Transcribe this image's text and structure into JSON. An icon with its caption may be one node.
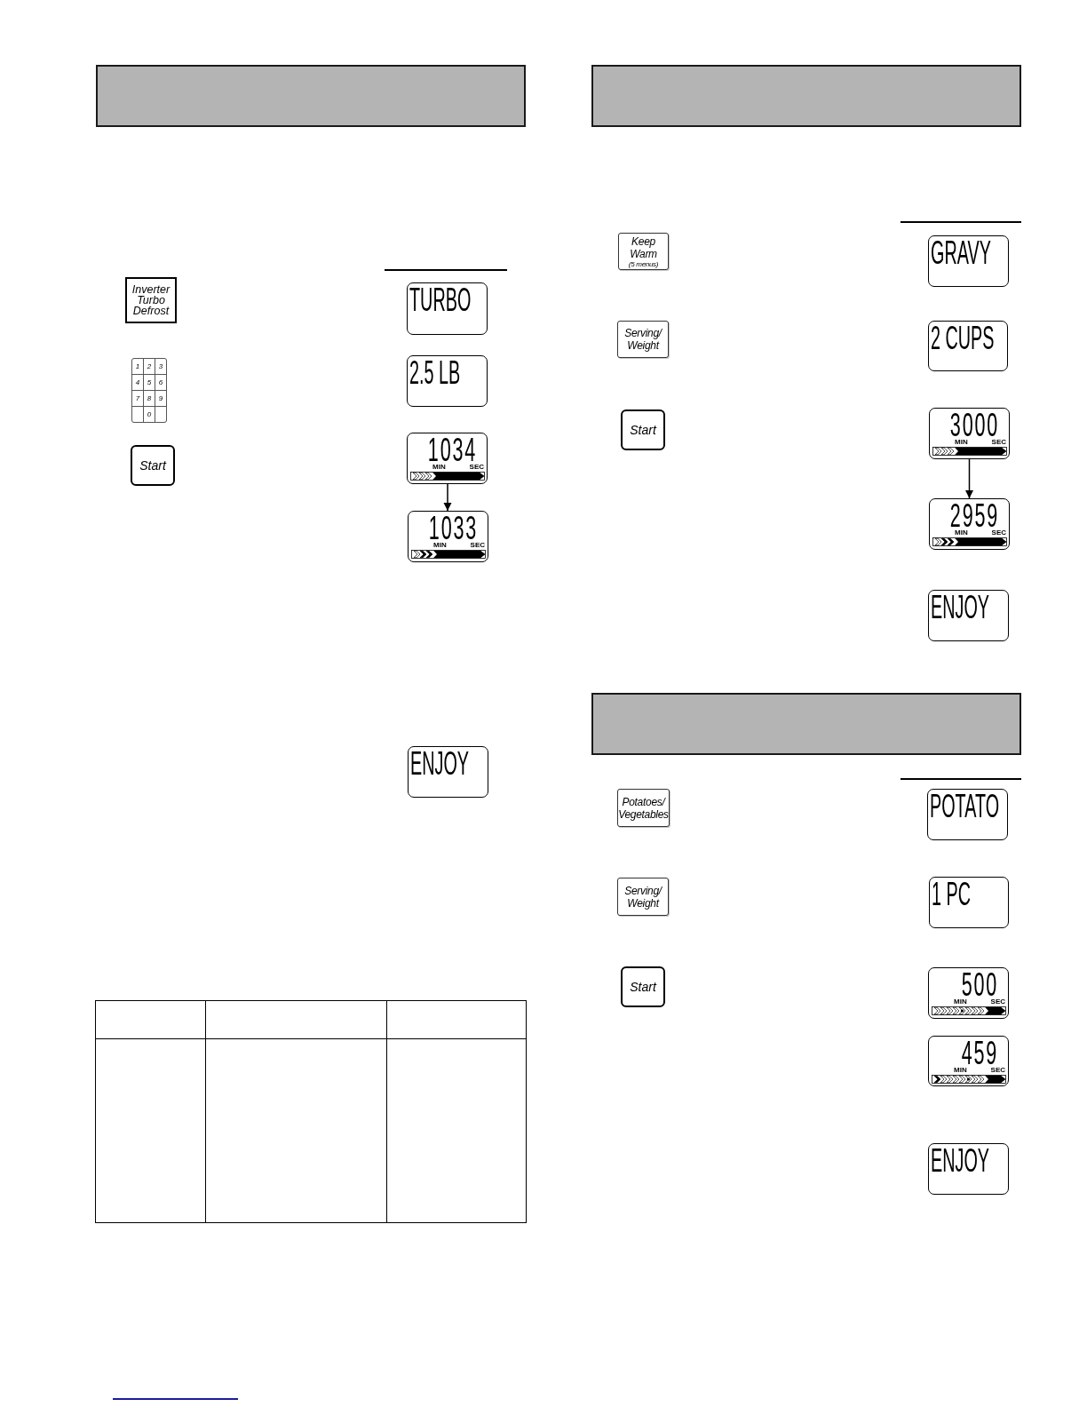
{
  "diagram": {
    "nodes": [
      {
        "text": [],
        "shape": "box"
      },
      {
        "text": [
          "Inverter Turbo Defrost"
        ]
      },
      {
        "text": [
          "TURBO"
        ]
      },
      {
        "text": [
          "1",
          "2",
          "3",
          "4",
          "5",
          "6",
          "7",
          "8",
          "9",
          "0"
        ]
      },
      {
        "text": [
          "2.5 LB"
        ]
      },
      {
        "text": [
          "Start"
        ]
      },
      {
        "text": [
          "1034",
          "MIN",
          "SEC"
        ]
      },
      {
        "text": [
          "1033",
          "MIN",
          "SEC"
        ]
      },
      {
        "text": [
          "ENJOY"
        ]
      },
      {
        "text": [],
        "shape": "box"
      },
      {
        "text": [
          "Keep Warm",
          "(5 menus)"
        ]
      },
      {
        "text": [
          "GRAVY"
        ]
      },
      {
        "text": [
          "Serving/ Weight"
        ]
      },
      {
        "text": [
          "2 CUPS"
        ]
      },
      {
        "text": [
          "Start"
        ]
      },
      {
        "text": [
          "3000",
          "MIN",
          "SEC"
        ]
      },
      {
        "text": [
          "2959",
          "MIN",
          "SEC"
        ]
      },
      {
        "text": [
          "ENJOY"
        ]
      },
      {
        "text": [],
        "shape": "box"
      },
      {
        "text": [
          "Potatoes/ Vegetables"
        ]
      },
      {
        "text": [
          "POTATO"
        ]
      },
      {
        "text": [
          "Serving/ Weight"
        ]
      },
      {
        "text": [
          "1 PC"
        ]
      },
      {
        "text": [
          "Start"
        ]
      },
      {
        "text": [
          "500",
          "MIN",
          "SEC"
        ]
      },
      {
        "text": [
          "459",
          "MIN",
          "SEC"
        ]
      },
      {
        "text": [
          "ENJOY"
        ]
      }
    ],
    "edges": [
      {
        "from": 6,
        "to": 7,
        "arrow": "to"
      },
      {
        "from": 15,
        "to": 16,
        "arrow": "to"
      }
    ]
  }
}
